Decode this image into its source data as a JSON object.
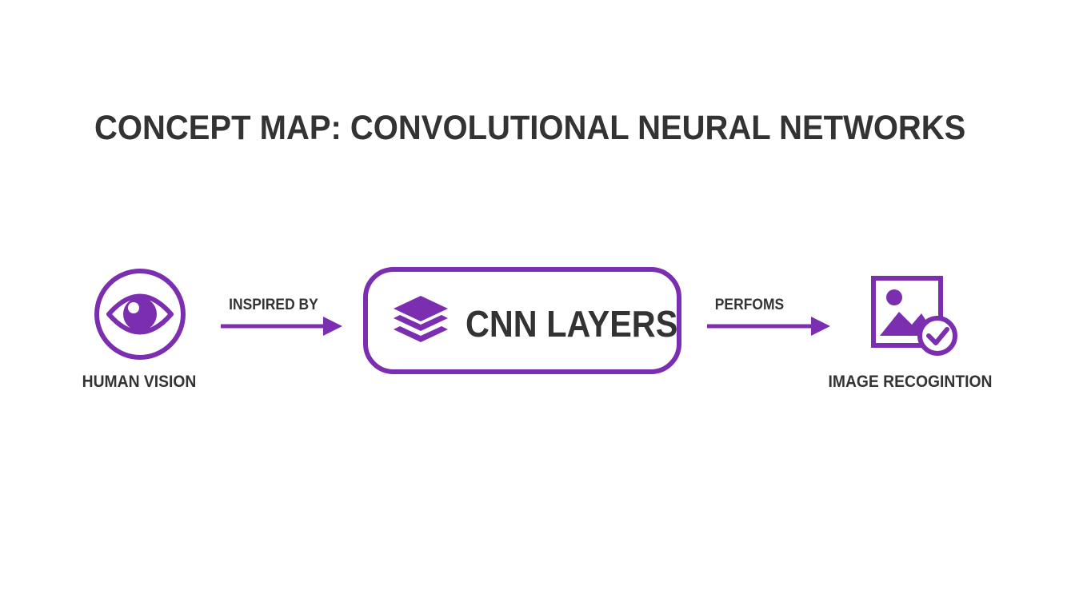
{
  "title": "CONCEPT MAP: CONVOLUTIONAL NEURAL NETWORKS",
  "colors": {
    "accent": "#7b2fb0",
    "text": "#333333",
    "background": "#ffffff"
  },
  "nodes": [
    {
      "id": "human-vision",
      "label": "HUMAN VISION",
      "icon": "eye-icon"
    },
    {
      "id": "cnn-layers",
      "label": "CNN LAYERS",
      "icon": "layers-icon"
    },
    {
      "id": "image-recognition",
      "label": "IMAGE RECOGINTION",
      "icon": "image-check-icon"
    }
  ],
  "edges": [
    {
      "from": "human-vision",
      "to": "cnn-layers",
      "label": "INSPIRED BY"
    },
    {
      "from": "cnn-layers",
      "to": "image-recognition",
      "label": "PERFOMS"
    }
  ]
}
